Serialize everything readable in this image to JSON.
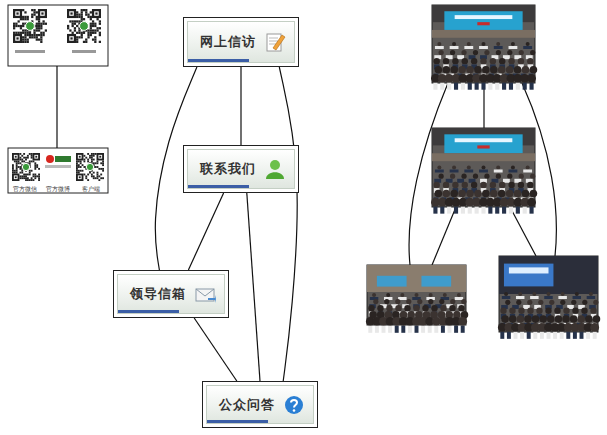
{
  "diagram": {
    "nodes": [
      {
        "text": [
          "网上信访"
        ]
      },
      {
        "text": [
          "联系我们"
        ]
      },
      {
        "text": [
          "领导信箱"
        ]
      },
      {
        "text": [
          "公众问答"
        ]
      }
    ],
    "edges": [
      {
        "from": 0,
        "to": 1,
        "arrow": "none"
      },
      {
        "from": 0,
        "to": 2,
        "arrow": "none"
      },
      {
        "from": 0,
        "to": 3,
        "arrow": "none"
      },
      {
        "from": 1,
        "to": 2,
        "arrow": "none"
      },
      {
        "from": 1,
        "to": 3,
        "arrow": "none"
      },
      {
        "from": 2,
        "to": 3,
        "arrow": "none"
      }
    ],
    "labels": [
      "官方微信",
      "官方微博",
      "客户端"
    ]
  }
}
